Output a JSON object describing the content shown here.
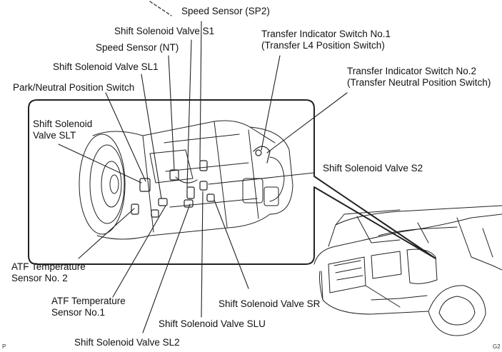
{
  "labels": {
    "speed_sensor_sp2": "Speed Sensor (SP2)",
    "shift_solenoid_s1": "Shift Solenoid Valve S1",
    "speed_sensor_nt": "Speed Sensor (NT)",
    "shift_solenoid_sl1": "Shift Solenoid Valve SL1",
    "park_neutral_switch": "Park/Neutral Position Switch",
    "shift_solenoid_slt": "Shift Solenoid\nValve SLT",
    "transfer_switch_1": "Transfer Indicator Switch No.1\n(Transfer L4 Position Switch)",
    "transfer_switch_2": "Transfer Indicator Switch No.2\n(Transfer Neutral Position Switch)",
    "shift_solenoid_s2": "Shift Solenoid Valve S2",
    "atf_temp_sensor_2": "ATF Temperature\nSensor No. 2",
    "atf_temp_sensor_1": "ATF Temperature\nSensor No.1",
    "shift_solenoid_sr": "Shift Solenoid Valve SR",
    "shift_solenoid_slu": "Shift Solenoid Valve SLU",
    "shift_solenoid_sl2": "Shift Solenoid Valve SL2"
  },
  "corner_marks": {
    "left": "P",
    "right": "G2"
  }
}
